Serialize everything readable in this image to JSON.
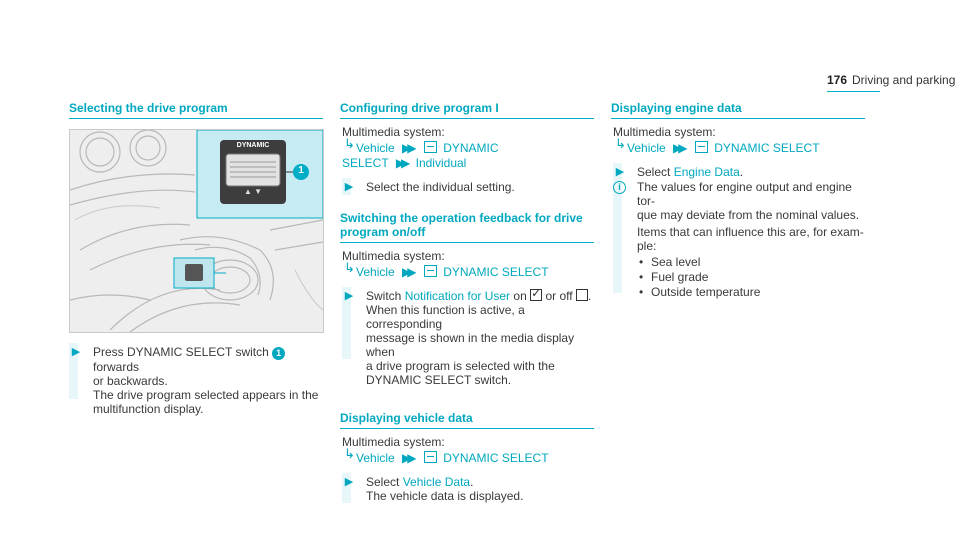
{
  "header": {
    "page_number": "176",
    "section": "Driving and parking"
  },
  "col1": {
    "title": "Selecting the drive program",
    "figure": {
      "switch_label": "DYNAMIC",
      "callout": "1"
    },
    "step": {
      "text_a": "Press DYNAMIC SELECT switch",
      "callout": "1",
      "text_b": "forwards",
      "text_c": "or backwards.",
      "text_d": "The drive program selected appears in the",
      "text_e": "multifunction display."
    }
  },
  "col2": {
    "sec1": {
      "title": "Configuring drive program I",
      "mm": "Multimedia system:",
      "path1": "Vehicle",
      "path2": "DYNAMIC",
      "path2b": "SELECT",
      "path3": "Individual",
      "step": "Select the individual setting."
    },
    "sec2": {
      "title_a": "Switching the operation feedback for drive",
      "title_b": "program on/off",
      "mm": "Multimedia system:",
      "path1": "Vehicle",
      "path2": "DYNAMIC SELECT",
      "step_a": "Switch",
      "step_link": "Notification for User",
      "step_b": "on",
      "step_c": "or off",
      "step_d": ".",
      "l2": "When this function is active, a corresponding",
      "l3": "message is shown in the media display when",
      "l4": "a drive program is selected with the",
      "l5": "DYNAMIC SELECT switch."
    },
    "sec3": {
      "title": "Displaying vehicle data",
      "mm": "Multimedia system:",
      "path1": "Vehicle",
      "path2": "DYNAMIC SELECT",
      "step_a": "Select",
      "step_link": "Vehicle Data",
      "step_b": ".",
      "l2": "The vehicle data is displayed."
    }
  },
  "col3": {
    "title": "Displaying engine data",
    "mm": "Multimedia system:",
    "path1": "Vehicle",
    "path2": "DYNAMIC SELECT",
    "step_a": "Select",
    "step_link": "Engine Data",
    "step_b": ".",
    "note1": "The values for engine output and engine tor-",
    "note2": "que may deviate from the nominal values.",
    "note3": "Items that can influence this are, for exam-",
    "note4": "ple:",
    "bullets": [
      "Sea level",
      "Fuel grade",
      "Outside temperature"
    ]
  }
}
